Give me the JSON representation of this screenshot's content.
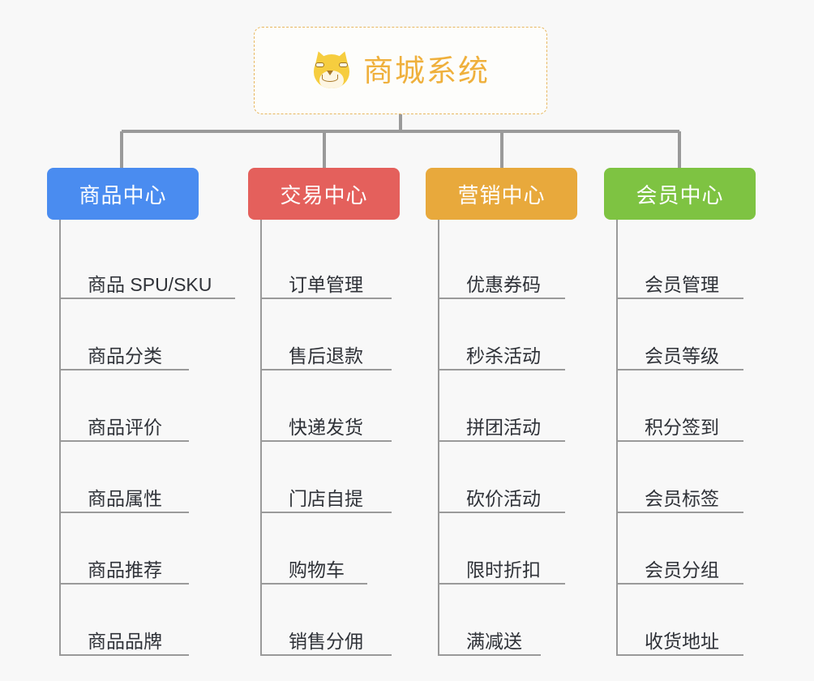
{
  "background_color": "#f8f8f8",
  "root": {
    "title": "商城系统",
    "icon": "shiba-dog-face-icon",
    "border_color": "#e8b860",
    "text_color": "#efb03c",
    "background": "#fdfdfb"
  },
  "connector_color": "#9a9a9a",
  "columns": [
    {
      "header": "商品中心",
      "color": "#4a8cf0",
      "items": [
        "商品 SPU/SKU",
        "商品分类",
        "商品评价",
        "商品属性",
        "商品推荐",
        "商品品牌"
      ]
    },
    {
      "header": "交易中心",
      "color": "#e4605c",
      "items": [
        "订单管理",
        "售后退款",
        "快递发货",
        "门店自提",
        "购物车",
        "销售分佣"
      ]
    },
    {
      "header": "营销中心",
      "color": "#e8a93c",
      "items": [
        "优惠券码",
        "秒杀活动",
        "拼团活动",
        "砍价活动",
        "限时折扣",
        "满减送"
      ]
    },
    {
      "header": "会员中心",
      "color": "#7ec342",
      "items": [
        "会员管理",
        "会员等级",
        "积分签到",
        "会员标签",
        "会员分组",
        "收货地址"
      ]
    }
  ]
}
